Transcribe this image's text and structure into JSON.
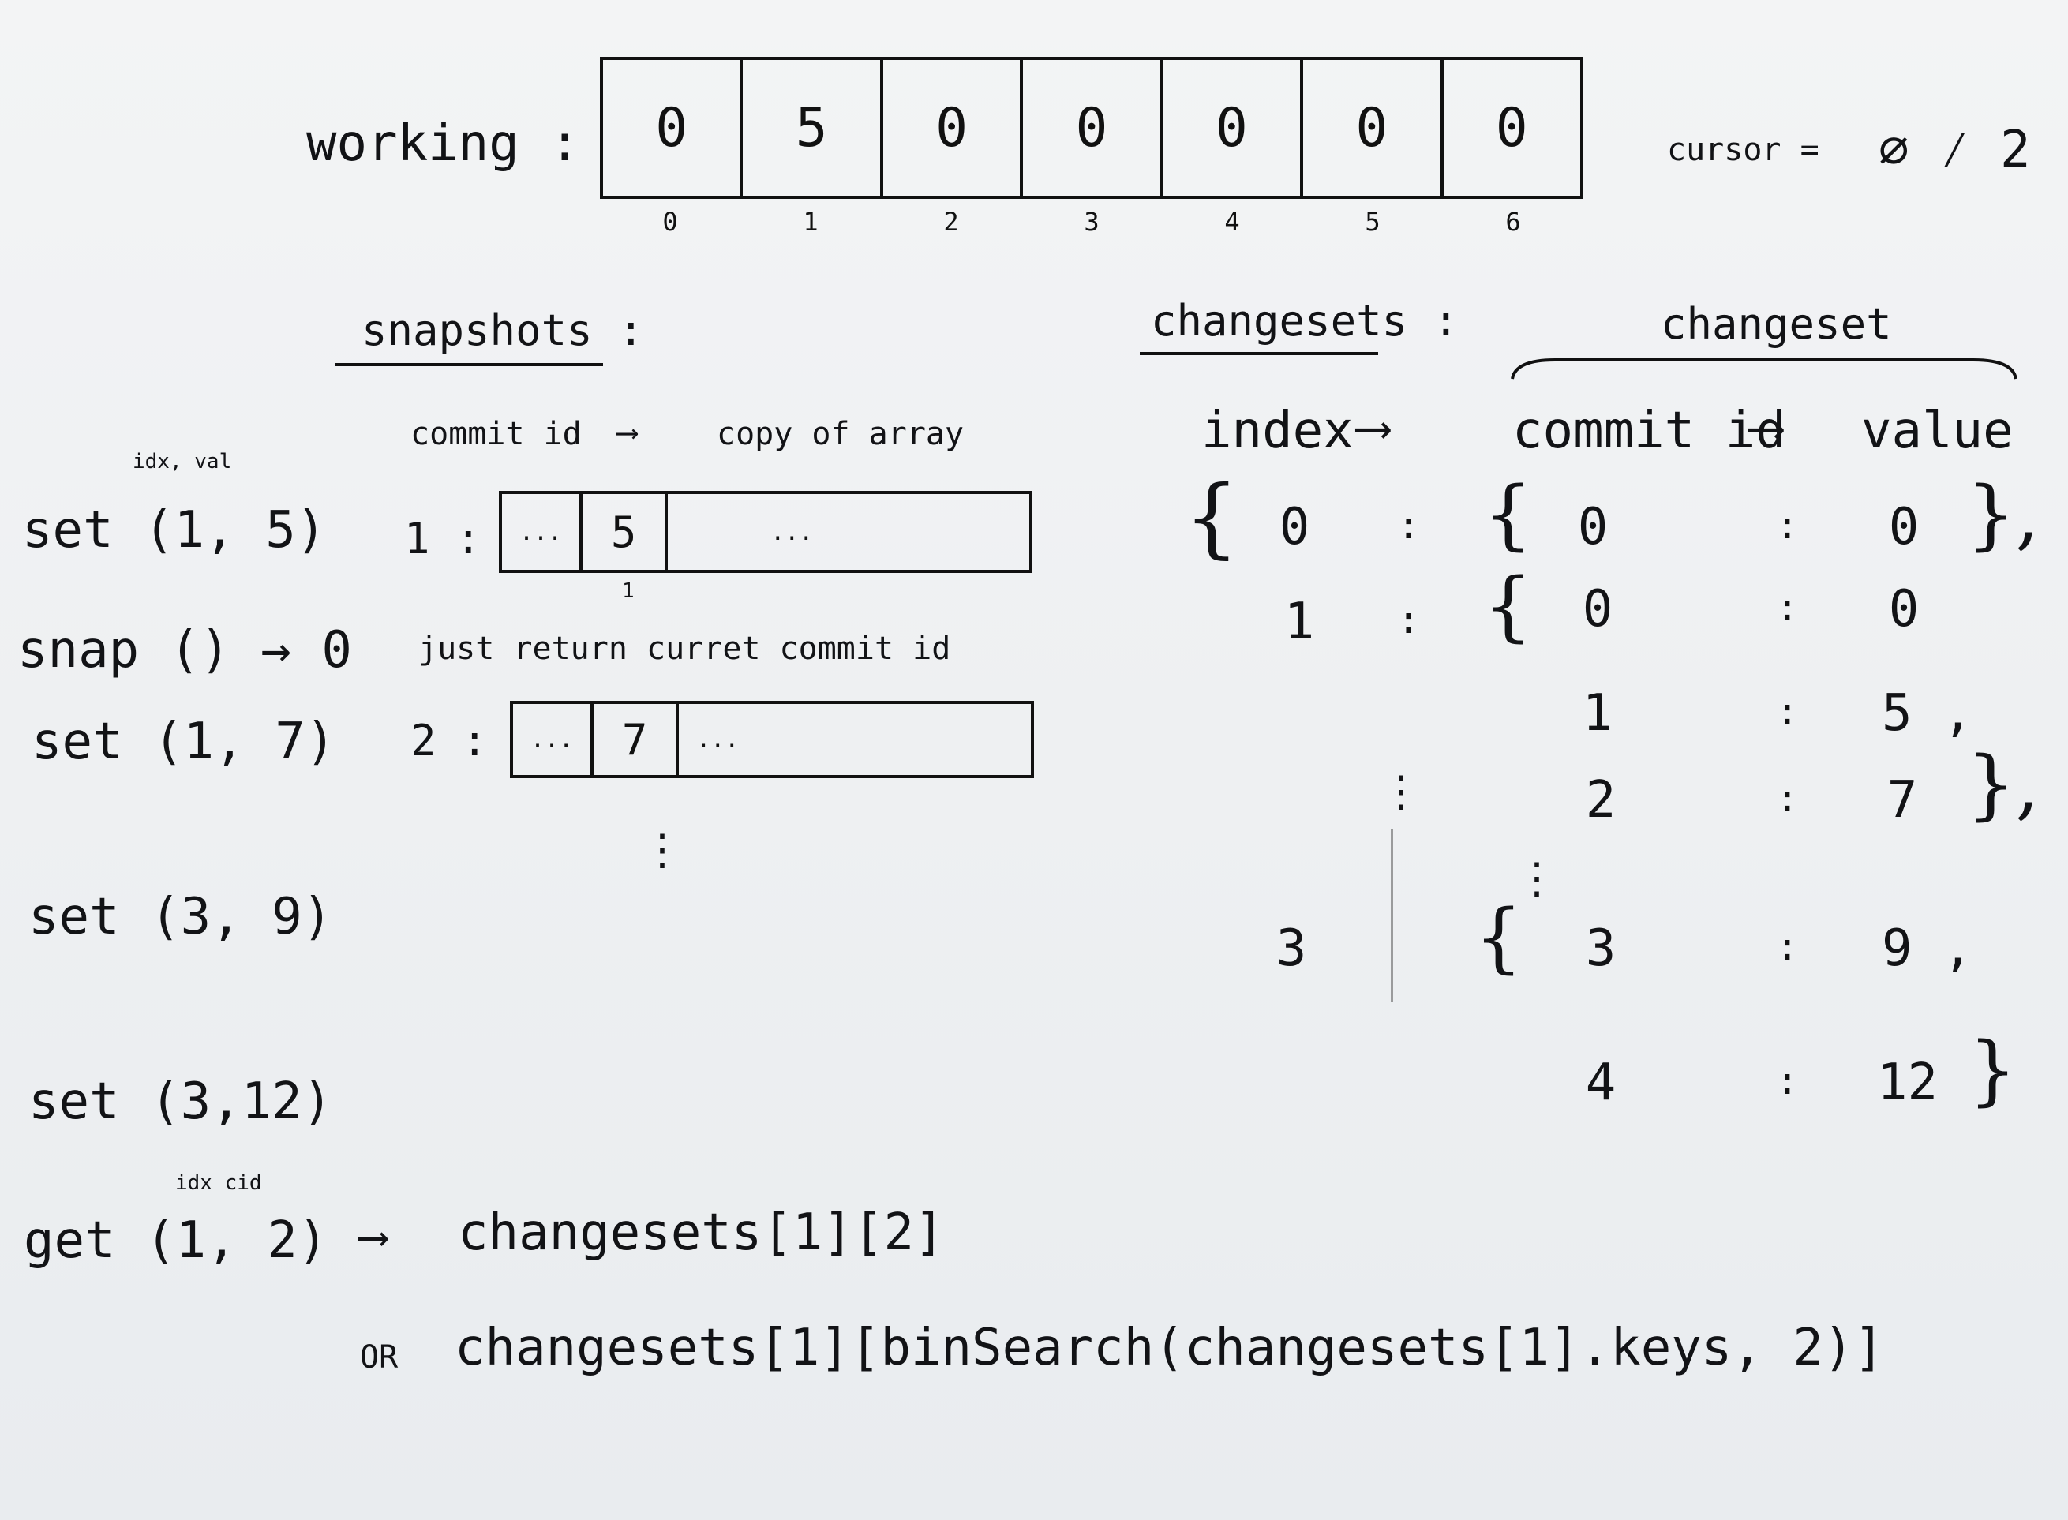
{
  "working": {
    "label": "working :",
    "cells": [
      "0",
      "5",
      "0",
      "0",
      "0",
      "0",
      "0"
    ],
    "indices": [
      "0",
      "1",
      "2",
      "3",
      "4",
      "5",
      "6"
    ],
    "cursor_label": "cursor =",
    "cursor_values": "∅ ⁄ 2"
  },
  "snapshots": {
    "heading": "snapshots :",
    "map_left": "commit id",
    "map_arrow": "⟶",
    "map_right": "copy of array",
    "rows": [
      {
        "id": "1 :",
        "dots_left": "...",
        "val": "5",
        "dots_right": "...",
        "below": "1"
      },
      {
        "id": "2 :",
        "dots_left": "...",
        "val": "7",
        "dots_right": "..."
      }
    ],
    "snap_note": "just return curret commit id",
    "vdots": "⋮"
  },
  "ops": {
    "idx_val_note": "idx, val",
    "set1": "set (1, 5)",
    "snap": "snap () → 0",
    "set2": "set (1, 7)",
    "set3": "set (3, 9)",
    "set4": "set (3,12)",
    "idx_cid_note": "idx cid",
    "get": "get (1, 2)",
    "get_arrow": "⟶",
    "get_result1": "changesets[1][2]",
    "get_or": "OR",
    "get_result2": "changesets[1][binSearch(changesets[1].keys, 2)]"
  },
  "changesets": {
    "heading": "changesets :",
    "group_label": "changeset",
    "col_index": "index",
    "arrow1": "⟶",
    "col_commit": "commit id",
    "arrow2": "⟶",
    "col_value": "value",
    "rows": [
      {
        "index": "0",
        "commit": "0",
        "value": "0"
      },
      {
        "index": "1",
        "commit": "0",
        "value": "0"
      },
      {
        "index": "",
        "commit": "1",
        "value": "5 ,"
      },
      {
        "index": "",
        "commit": "2",
        "value": "7"
      },
      {
        "index": "3",
        "commit": "3",
        "value": "9 ,"
      },
      {
        "index": "",
        "commit": "4",
        "value": "12"
      }
    ],
    "colon": ":",
    "open_brace": "{",
    "close_brace": "}",
    "close_brace_comma": "},",
    "vdots": "⋮"
  }
}
